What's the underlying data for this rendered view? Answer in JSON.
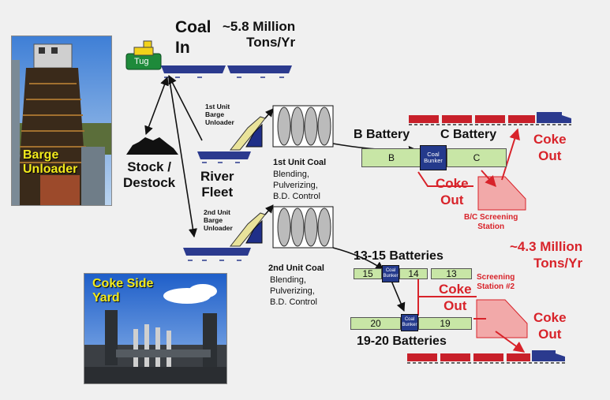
{
  "title": {
    "coal_in": "Coal\nIn",
    "tons_in": "~5.8 Million\nTons/Yr"
  },
  "photos": {
    "barge_unloader": "Barge\nUnloader",
    "coke_side_yard": "Coke Side\nYard"
  },
  "labels": {
    "tug": "Tug",
    "stock_destock": "Stock /\nDestock",
    "river_fleet": "River\nFleet",
    "unit1_unloader": "1st Unit\nBarge\nUnloader",
    "unit2_unloader": "2nd Unit\nBarge\nUnloader",
    "unit1_coal_title": "1st Unit Coal",
    "unit1_coal_body": "Blending,\nPulverizing,\nB.D. Control",
    "unit2_coal_title": "2nd Unit Coal",
    "unit2_coal_body": "Blending,\nPulverizing,\nB.D. Control"
  },
  "batteries": {
    "b_battery": "B Battery",
    "c_battery": "C Battery",
    "b_cell": "B",
    "c_cell": "C",
    "batteries_13_15": "13-15 Batteries",
    "batteries_19_20": "19-20 Batteries",
    "cell_15": "15",
    "cell_14": "14",
    "cell_13": "13",
    "cell_20": "20",
    "cell_19": "19",
    "coal_bunker": "Coal\nBunker"
  },
  "output": {
    "coke_out": "Coke\nOut",
    "bc_screening": "B/C Screening\nStation",
    "screening_2": "Screening\nStation #2",
    "tons_out": "~4.3 Million\nTons/Yr"
  },
  "colors": {
    "battery_fill": "#c8e6a6",
    "bunker_fill": "#243a8c",
    "out_red": "#d8232a",
    "barge_blue": "#2b3a8e",
    "tug_green": "#1e8a3a"
  }
}
